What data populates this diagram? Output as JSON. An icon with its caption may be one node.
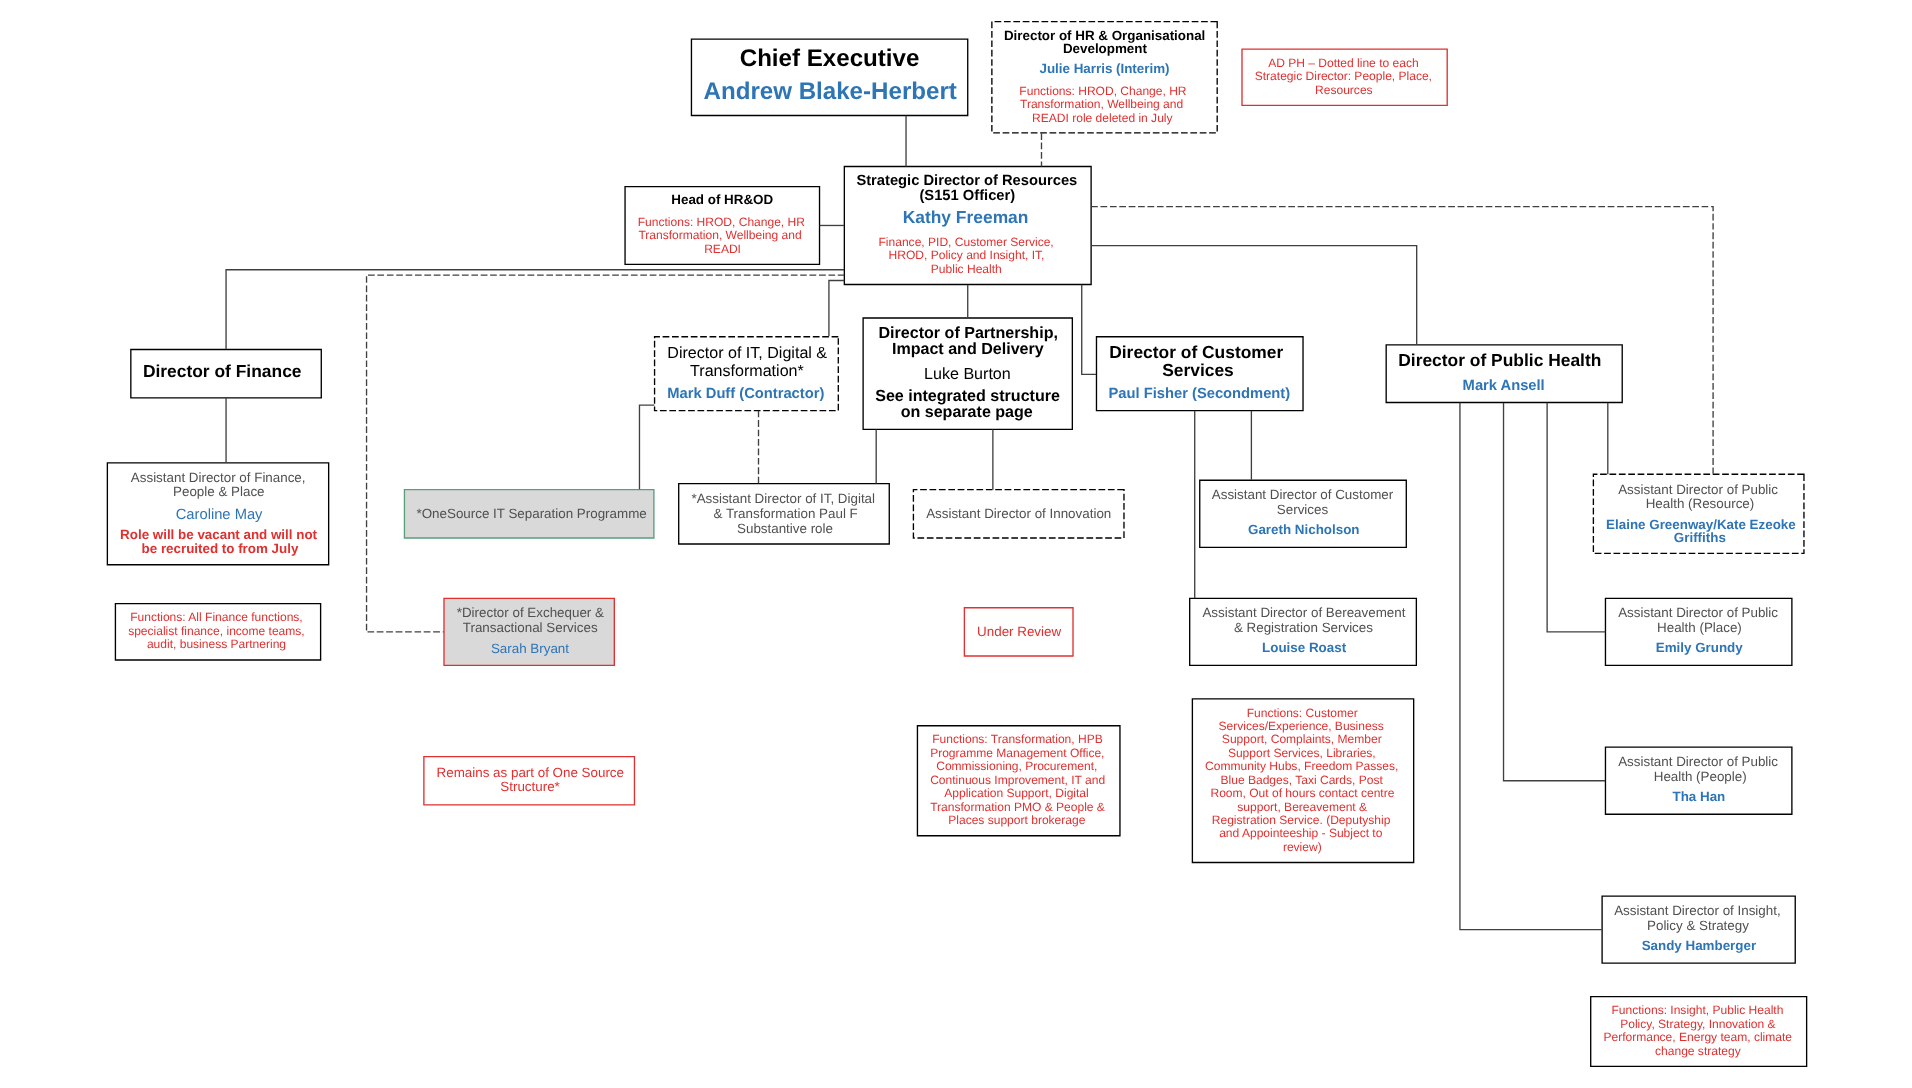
{
  "diagram": {
    "nodes": [
      {
        "text": [
          "Chief Executive",
          "Andrew Blake-Herbert"
        ]
      },
      {
        "text": [
          "Director of HR & Organisational Development",
          "Julie Harris (Interim)",
          "Functions: HROD, Change, HR Transformation, Wellbeing and READI role deleted in July"
        ]
      },
      {
        "text": [
          "Strategic Director of Resources (S151 Officer)",
          "Kathy Freeman",
          "Finance, PID, Customer Service, HROD, Policy and Insight, IT, Public Health"
        ]
      },
      {
        "text": [
          "Head of HR&OD",
          "Functions: HROD, Change, HR Transformation, Wellbeing and READI"
        ]
      },
      {
        "text": [
          "AD PH – Dotted line to each Strategic Director: People, Place, Resources"
        ]
      },
      {
        "text": [
          "Director of Finance"
        ]
      },
      {
        "text": [
          "Director of IT, Digital & Transformation*",
          "Mark Duff (Contractor)"
        ]
      },
      {
        "text": [
          "Director of Partnership, Impact and Delivery",
          "Luke Burton",
          "See integrated structure on separate page"
        ]
      },
      {
        "text": [
          "Director of Customer Services",
          "Paul Fisher (Secondment)"
        ]
      },
      {
        "text": [
          "Director of Public Health",
          "Mark Ansell"
        ]
      },
      {
        "text": [
          "Assistant Director of Finance, People & Place",
          "Caroline May",
          "Role will be vacant and will not be recruited to from July"
        ]
      },
      {
        "text": [
          "*OneSource IT Separation Programme"
        ]
      },
      {
        "text": [
          "*Assistant Director of IT, Digital & Transformation Paul F Substantive role"
        ]
      },
      {
        "text": [
          "Assistant Director of Customer Services",
          "Gareth Nicholson"
        ]
      },
      {
        "text": [
          "Assistant Director of Public Health (Resource)",
          "Elaine Greenway/Kate Ezeoke Griffiths"
        ]
      },
      {
        "text": [
          "Assistant Director of Innovation"
        ]
      },
      {
        "text": [
          "Under Review"
        ]
      },
      {
        "text": [
          "Assistant Director of Bereavement & Registration Services",
          "Louise Roast"
        ]
      },
      {
        "text": [
          "Assistant Director of Public Health (Place)",
          "Emily Grundy"
        ]
      },
      {
        "text": [
          "Assistant Director of Public Health (People)",
          "Tha Han"
        ]
      },
      {
        "text": [
          "Assistant Director of Insight, Policy & Strategy",
          "Sandy Hamberger"
        ]
      },
      {
        "text": [
          "Functions: All Finance functions, specialist finance, income teams, audit, business Partnering"
        ]
      },
      {
        "text": [
          "*Director of Exchequer & Transactional Services",
          "Sarah Bryant"
        ]
      },
      {
        "text": [
          "Remains as part of One Source Structure*"
        ]
      },
      {
        "text": [
          "Functions: Transformation, HPB Programme Management Office, Commissioning, Procurement, Continuous Improvement, IT and Application Support, Digital Transformation PMO & People & Places support brokerage"
        ]
      },
      {
        "text": [
          "Functions: Customer Services/Experience, Business Support, Complaints, Member Support Services, Libraries, Community Hubs, Freedom Passes, Blue Badges, Taxi Cards, Post Room, Out of hours contact centre support, Bereavement & Registration Service. (Deputyship and Appointeeship - Subject to review)"
        ]
      },
      {
        "text": [
          "Functions: Insight, Public Health Policy, Strategy, Innovation & Performance, Energy team, climate change strategy"
        ]
      }
    ],
    "edges": [
      {
        "from": 0,
        "to": 2,
        "arrow": "none"
      },
      {
        "from": 1,
        "to": 2,
        "arrow": "none",
        "style": "dashed"
      },
      {
        "from": 3,
        "to": 2,
        "arrow": "none"
      },
      {
        "from": 2,
        "to": 5,
        "arrow": "none"
      },
      {
        "from": 2,
        "to": 6,
        "arrow": "none"
      },
      {
        "from": 2,
        "to": 7,
        "arrow": "none"
      },
      {
        "from": 2,
        "to": 8,
        "arrow": "none"
      },
      {
        "from": 2,
        "to": 9,
        "arrow": "none"
      },
      {
        "from": 2,
        "to": 22,
        "arrow": "none",
        "style": "dashed"
      },
      {
        "from": 2,
        "to": 14,
        "arrow": "none",
        "style": "dashed"
      },
      {
        "from": 5,
        "to": 10,
        "arrow": "none"
      },
      {
        "from": 6,
        "to": 11,
        "arrow": "none"
      },
      {
        "from": 6,
        "to": 12,
        "arrow": "none",
        "style": "dashed"
      },
      {
        "from": 7,
        "to": 12,
        "arrow": "none"
      },
      {
        "from": 7,
        "to": 15,
        "arrow": "none"
      },
      {
        "from": 8,
        "to": 13,
        "arrow": "none"
      },
      {
        "from": 8,
        "to": 17,
        "arrow": "none"
      },
      {
        "from": 9,
        "to": 14,
        "arrow": "none"
      },
      {
        "from": 9,
        "to": 18,
        "arrow": "none"
      },
      {
        "from": 9,
        "to": 19,
        "arrow": "none"
      },
      {
        "from": 9,
        "to": 20,
        "arrow": "none"
      }
    ]
  }
}
